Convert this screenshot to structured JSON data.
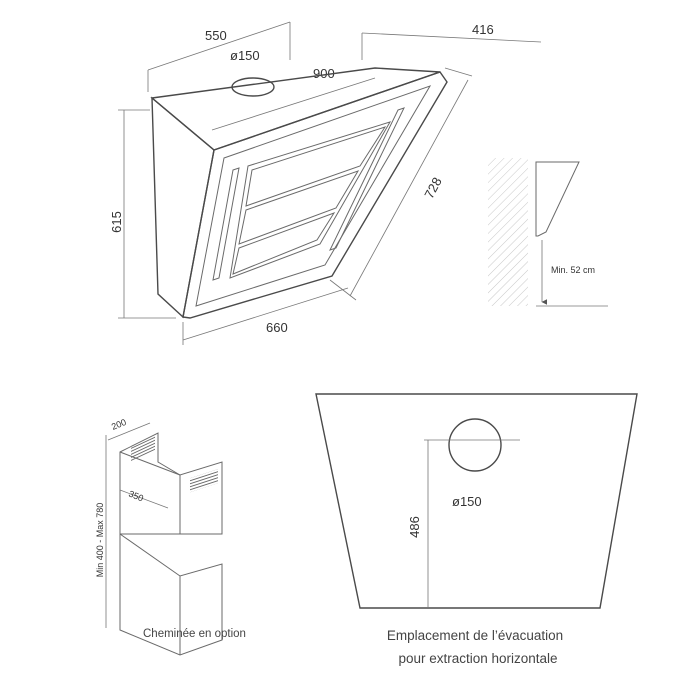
{
  "main_view": {
    "width_label": "550",
    "depth_label": "416",
    "diagonal_label": "900",
    "duct_diameter_label": "ø150",
    "height_label": "615",
    "glass_label": "728",
    "bottom_label": "660"
  },
  "side_view": {
    "min_height_label": "Min. 52 cm"
  },
  "chimney": {
    "depth_label": "200",
    "width_label": "350",
    "height_range_label": "Min 400 - Max 780",
    "caption": "Cheminée en option"
  },
  "rear_view": {
    "outlet_height_label": "486",
    "outlet_diameter_label": "ø150",
    "caption_line1": "Emplacement de l’évacuation",
    "caption_line2": "pour extraction horizontale"
  },
  "colors": {
    "line": "#6a6a6a",
    "text": "#333333"
  }
}
